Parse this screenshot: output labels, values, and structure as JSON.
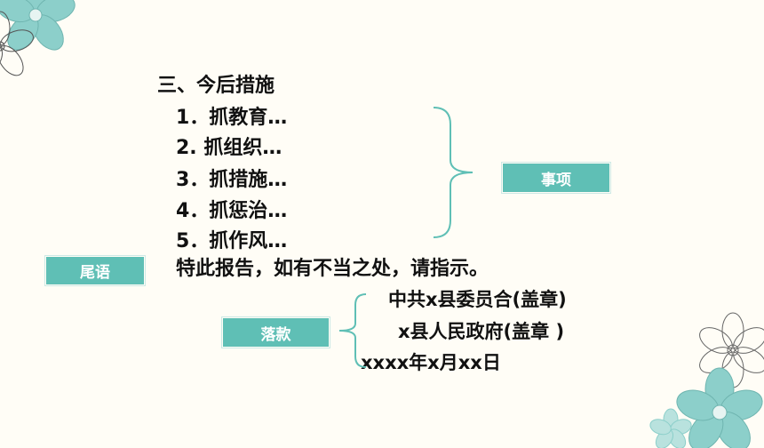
{
  "content": {
    "heading": "三、今后措施",
    "measures": [
      "1．抓教育…",
      "2. 抓组织…",
      "3．抓措施…",
      "4．抓惩治…",
      "5．抓作风…"
    ],
    "closing": "特此报告，如有不当之处，请指示。",
    "signatures": [
      "中共x县委员合(盖章)",
      "x县人民政府(盖章 )"
    ],
    "date": "xxxx年x月xx日"
  },
  "labels": {
    "items": "事项",
    "closing": "尾语",
    "signature": "落款"
  },
  "colors": {
    "tag": "#5fbfb5",
    "brace": "#5fbfb5",
    "flower_teal": "#8ccfca",
    "text": "#111111"
  }
}
